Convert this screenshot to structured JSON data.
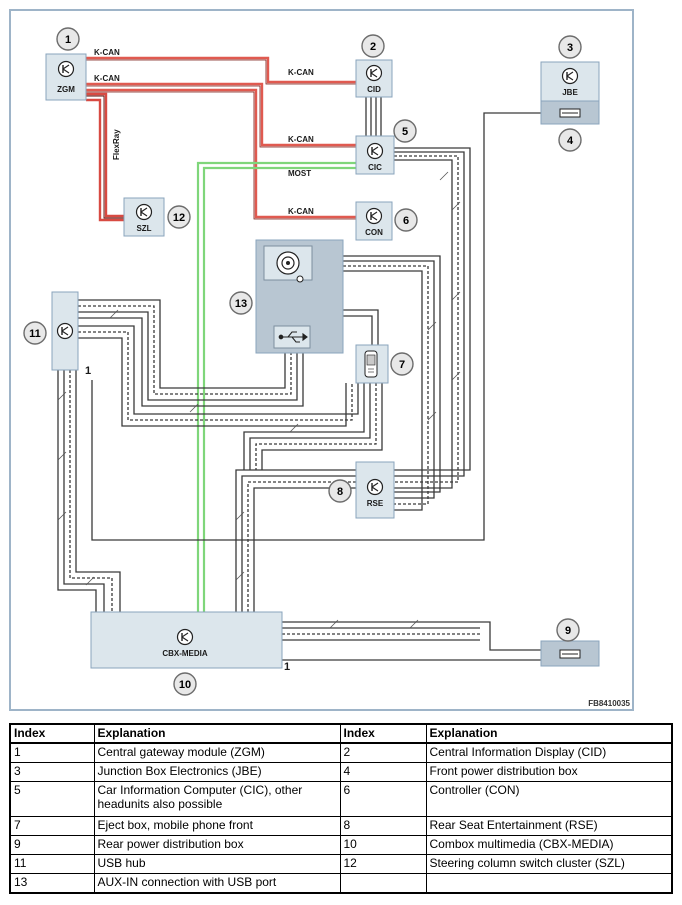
{
  "diagram": {
    "figure_id": "FB8410035",
    "modules": {
      "zgm": "ZGM",
      "cid": "CID",
      "jbe": "JBE",
      "cic": "CIC",
      "con": "CON",
      "szl": "SZL",
      "rse": "RSE",
      "cbx": "CBX-MEDIA"
    },
    "callouts": [
      "1",
      "2",
      "3",
      "4",
      "5",
      "6",
      "7",
      "8",
      "9",
      "10",
      "11",
      "12",
      "13"
    ],
    "bus_labels": {
      "kcan": "K-CAN",
      "flexray": "FlexRay",
      "most": "MOST"
    },
    "pin_labels": {
      "usb_hub": "1",
      "cbx": "1"
    },
    "colors": {
      "kcan": "#e05a50",
      "most": "#7fd67a",
      "box": "#dce6ec",
      "border": "#8aa4bc"
    }
  },
  "legend": {
    "headers": [
      "Index",
      "Explanation",
      "Index",
      "Explanation"
    ],
    "rows": [
      [
        "1",
        "Central gateway module (ZGM)",
        "2",
        "Central Information Display (CID)"
      ],
      [
        "3",
        "Junction Box Electronics (JBE)",
        "4",
        "Front power distribution box"
      ],
      [
        "5",
        "Car Information Computer (CIC), other headunits also possible",
        "6",
        "Controller (CON)"
      ],
      [
        "7",
        "Eject box, mobile phone front",
        "8",
        "Rear Seat Entertainment (RSE)"
      ],
      [
        "9",
        "Rear power distribution box",
        "10",
        "Combox multimedia (CBX-MEDIA)"
      ],
      [
        "11",
        "USB hub",
        "12",
        "Steering column switch cluster (SZL)"
      ],
      [
        "13",
        "AUX-IN connection with USB port",
        "",
        ""
      ]
    ]
  }
}
